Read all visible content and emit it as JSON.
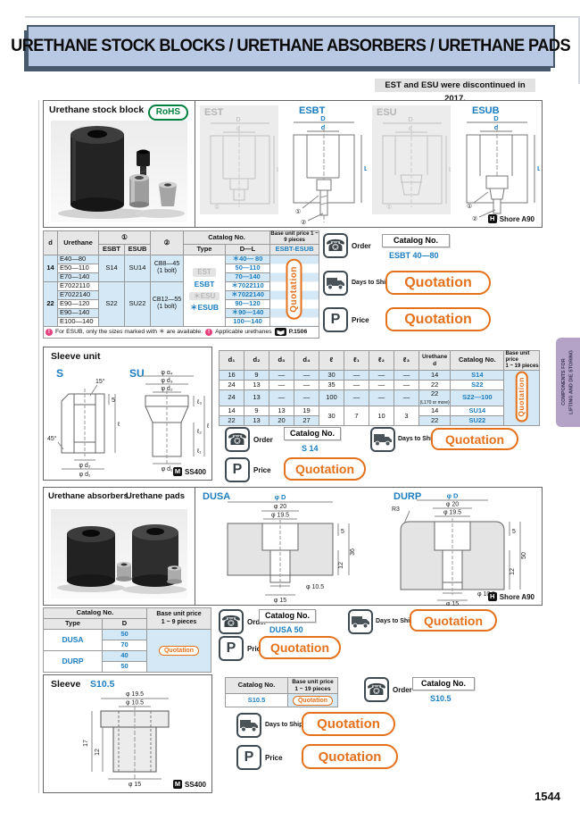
{
  "common": {
    "order": "Order",
    "catalog_no": "Catalog No.",
    "days_to_ship": "Days to Ship",
    "price": "Price",
    "quotation": "Quotation"
  },
  "page": {
    "title": "URETHANE STOCK BLOCKS / URETHANE ABSORBERS / URETHANE PADS",
    "discontinued_note": "EST and ESU were discontinued in 2017.",
    "page_number": "1544",
    "side_tab": {
      "line1": "COMPONENTS FOR",
      "line2": "LIFTING AND DIE STORING"
    }
  },
  "stock_block": {
    "panel_title": "Urethane stock block",
    "rohs": "RoHS",
    "shore_badge": "H",
    "shore": "Shore A90",
    "drawings": {
      "est": "EST",
      "esbt": "ESBT",
      "esu": "ESU",
      "esub": "ESUB",
      "dim_D": "D",
      "dim_d": "d",
      "dim_L": "L",
      "note1": "①",
      "note2": "②"
    },
    "table": {
      "h_d": "d",
      "h_urethane": "Urethane",
      "h_c1": "①",
      "h_esbt": "ESBT",
      "h_esub": "ESUB",
      "h_c2": "②",
      "h_catalog": "Catalog No.",
      "h_type": "Type",
      "h_dl": "D—L",
      "h_price": "Base unit price 1 ~ 9 pieces",
      "h_price_sub": "ESBT-ESUB",
      "g14": {
        "d": "14",
        "esbt": "S14",
        "esub": "SU14",
        "bolt": "CB8—45",
        "bolt2": "(1 bolt)",
        "rows": [
          {
            "u": "E40—80",
            "dl": "＊40— 80"
          },
          {
            "u": "E50—110",
            "dl": "50—110"
          },
          {
            "u": "E70—140",
            "dl": "70—140"
          }
        ]
      },
      "g22": {
        "d": "22",
        "esbt": "S22",
        "esub": "SU22",
        "bolt": "CB12—55",
        "bolt2": "(1 bolt)",
        "rows": [
          {
            "u": "E7022110",
            "dl": "＊7022110"
          },
          {
            "u": "E7022140",
            "dl": "＊7022140"
          },
          {
            "u": "E90—120",
            "dl": "90—120"
          },
          {
            "u": "E90—140",
            "dl": "＊90—140"
          },
          {
            "u": "E100—140",
            "dl": "100—140"
          }
        ]
      },
      "types": {
        "t1": "EST",
        "t2": "ESBT",
        "t3": "＊ESU",
        "t4": "＊ESUB"
      },
      "footnote1": "For ESUB, only the sizes marked with ＊ are available.",
      "footnote2": "Applicable urethanes",
      "footnote_ref": "P.1506"
    },
    "catalog_value": "ESBT 40—80"
  },
  "sleeve_unit": {
    "panel_title": "Sleeve unit",
    "s": "S",
    "su": "SU",
    "material_badge": "M",
    "material": "SS400",
    "dims_s": {
      "a15": "15°",
      "a45": "45°",
      "n5": "5",
      "l": "ℓ",
      "d2": "φ d₂",
      "d1": "φ d₁"
    },
    "dims_su": {
      "d4": "φ d₄",
      "d3": "φ d₃",
      "d2": "φ d₂",
      "d1": "φ d₁",
      "l": "ℓ",
      "l1": "ℓ₁",
      "l2": "ℓ₂",
      "l3": "ℓ₃"
    },
    "table": {
      "h": {
        "d1": "d₁",
        "d2": "d₂",
        "d3": "d₃",
        "d4": "d₄",
        "l": "ℓ",
        "l1": "ℓ₁",
        "l2": "ℓ₂",
        "l3": "ℓ₃",
        "urethane": "Urethane",
        "urethane2": "d",
        "catalog": "Catalog No.",
        "price1": "Base unit price",
        "price2": "1 ~ 19 pieces"
      },
      "r1": {
        "d1": "16",
        "d2": "9",
        "d3": "—",
        "d4": "—",
        "l": "30",
        "l1": "—",
        "l2": "—",
        "l3": "—",
        "ud": "14",
        "cat": "S14"
      },
      "r2": {
        "d1": "24",
        "d2": "13",
        "d3": "—",
        "d4": "—",
        "l": "35",
        "l1": "—",
        "l2": "—",
        "l3": "—",
        "ud": "22",
        "cat": "S22"
      },
      "r3": {
        "d1": "24",
        "d2": "13",
        "d3": "—",
        "d4": "—",
        "l": "100",
        "l1": "—",
        "l2": "—",
        "l3": "—",
        "ud": "22",
        "ud2": "(L170 or more)",
        "cat": "S22—100"
      },
      "r4": {
        "d1": "14",
        "d2": "9",
        "d3": "13",
        "d4": "19",
        "l": "30",
        "l1": "7",
        "l2": "10",
        "l3": "3",
        "ud": "14",
        "cat": "SU14"
      },
      "r5": {
        "d1": "22",
        "d2": "13",
        "d3": "20",
        "d4": "27",
        "ud": "22",
        "cat": "SU22"
      }
    },
    "catalog_value": "S 14"
  },
  "absorbers": {
    "title_absorbers": "Urethane absorbers",
    "title_pads": "Urethane pads",
    "dusa": "DUSA",
    "durp": "DURP",
    "shore_badge": "H",
    "shore": "Shore A90",
    "dusa_dims": {
      "D": "φ D",
      "d20": "φ 20",
      "d195": "φ 19.5",
      "n5": "5",
      "n36": "36",
      "n12": "12",
      "d105": "φ 10.5",
      "d15": "φ 15"
    },
    "durp_dims": {
      "D": "φ D",
      "d20": "φ 20",
      "d195": "φ 19.5",
      "r3": "R3",
      "n5": "5",
      "n50": "50",
      "n12": "12",
      "d105": "φ 10.5",
      "d15": "φ 15"
    },
    "table": {
      "h_catalog": "Catalog No.",
      "h_type": "Type",
      "h_d": "D",
      "h_price1": "Base unit price",
      "h_price2": "1 ~ 9 pieces",
      "dusa": "DUSA",
      "durp": "DURP",
      "dusa_d1": "50",
      "dusa_d2": "70",
      "durp_d1": "40",
      "durp_d2": "50"
    },
    "catalog_value": "DUSA 50"
  },
  "sleeve2": {
    "panel_title": "Sleeve",
    "code": "S10.5",
    "material_badge": "M",
    "material": "SS400",
    "dims": {
      "d195": "φ 19.5",
      "d105": "φ 10.5",
      "n17": "17",
      "n12": "12",
      "d15": "φ 15"
    },
    "table": {
      "h_catalog": "Catalog No.",
      "h_price1": "Base unit price",
      "h_price2": "1 ~ 19 pieces",
      "value": "S10.5"
    },
    "catalog_value": "S10.5"
  }
}
